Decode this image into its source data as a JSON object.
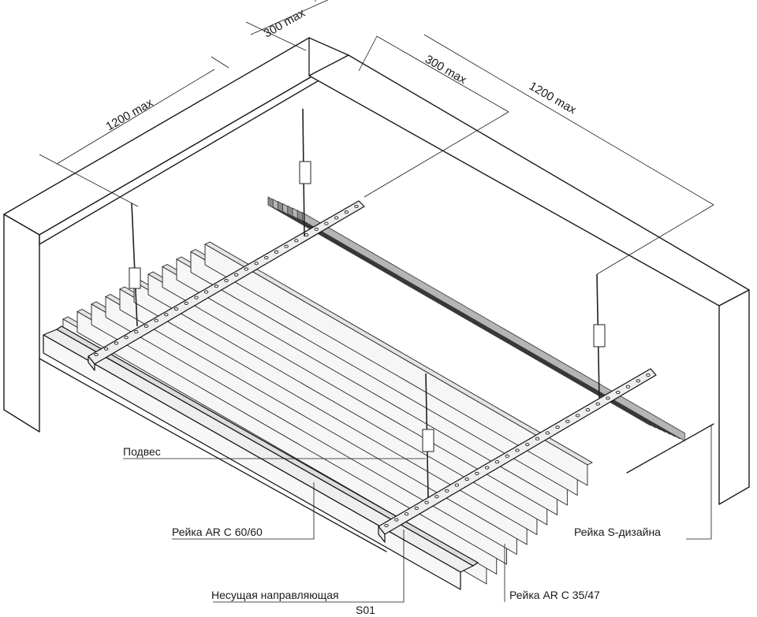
{
  "dimensions": {
    "span_left": "1200 max",
    "top_small": "300 max",
    "mid_small": "300 max",
    "span_right": "1200 max"
  },
  "labels": {
    "hanger": "Подвес",
    "rail_60": "Рейка AR C 60/60",
    "carrier_line1": "Несущая направляющая",
    "carrier_line2": "S01",
    "rail_s_design": "Рейка S-дизайна",
    "rail_35": "Рейка AR C 35/47"
  }
}
